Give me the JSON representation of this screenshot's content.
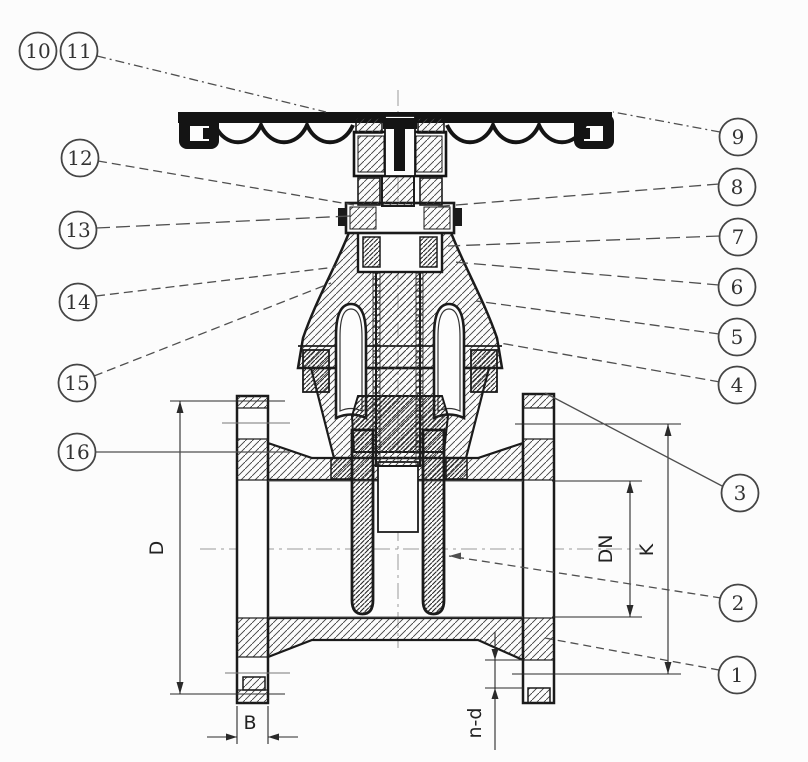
{
  "page": {
    "background": "#fcfcfc",
    "ink": "#1b1b1b"
  },
  "drawing": {
    "kind": "gate-valve-sectional-diagram"
  },
  "callouts": {
    "c1": "1",
    "c2": "2",
    "c3": "3",
    "c4": "4",
    "c5": "5",
    "c6": "6",
    "c7": "7",
    "c8": "8",
    "c9": "9",
    "c10": "10",
    "c11": "11",
    "c12": "12",
    "c13": "13",
    "c14": "14",
    "c15": "15",
    "c16": "16"
  },
  "dimension_labels": {
    "flange_outside_diameter": "D",
    "nominal_bore": "DN",
    "bolt_circle": "K",
    "flange_thickness": "B",
    "bolt_holes": "n-d"
  }
}
